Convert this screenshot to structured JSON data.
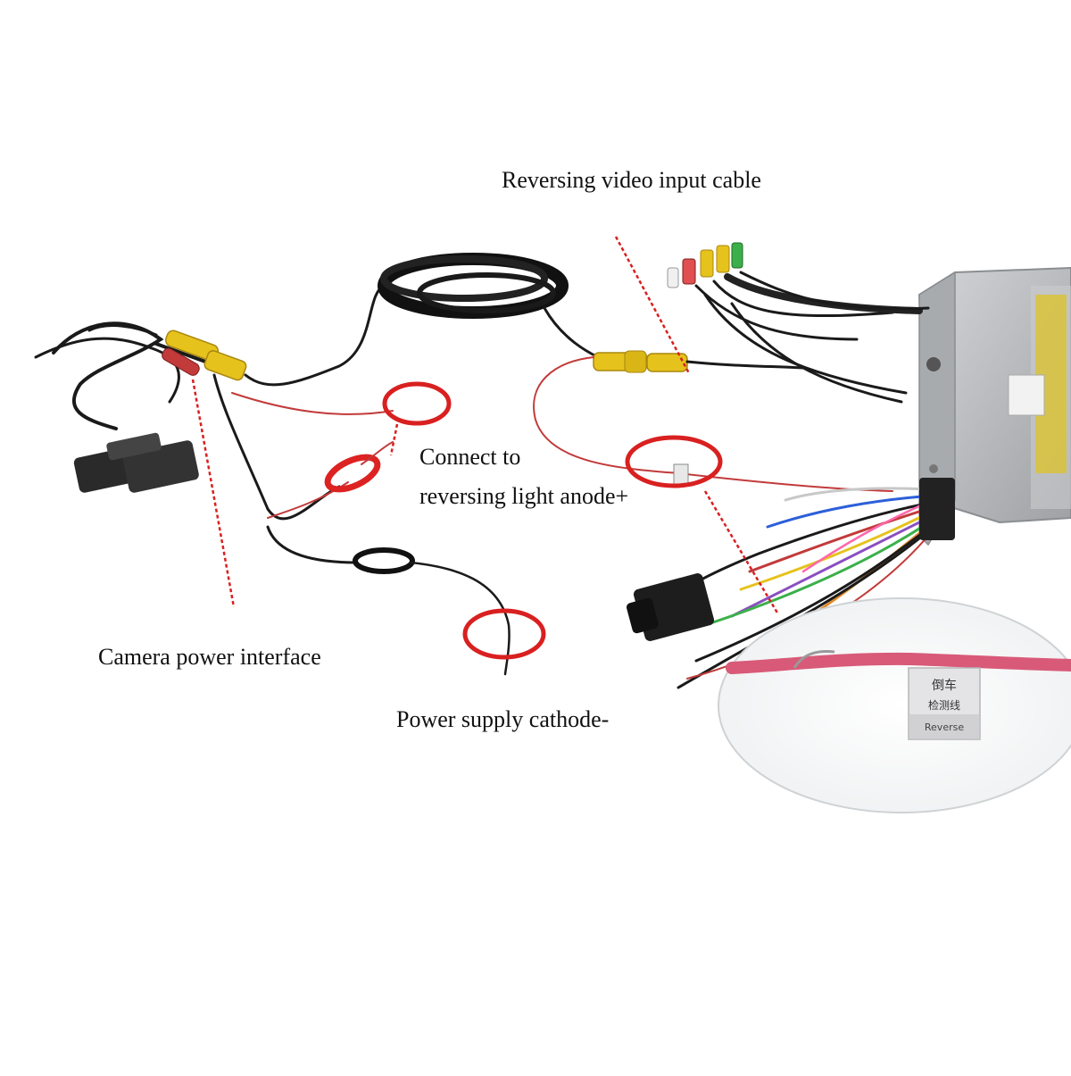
{
  "labels": {
    "video_input": "Reversing video input cable",
    "reverse_line1": "Connect to",
    "reverse_line2": "reversing light anode+",
    "camera_power": "Camera power interface",
    "cathode": "Power supply cathode-"
  },
  "sticker": {
    "line1": "倒车",
    "line2": "检测线",
    "line3": "Reverse"
  },
  "colors": {
    "wire_black": "#1a1a1a",
    "wire_red": "#c23a3a",
    "rca_yellow": "#e6c21c",
    "marker_red": "#d92020",
    "unit_gray": "#b7b9bb",
    "zoom_pink": "#d85a78",
    "background": "#ffffff"
  }
}
